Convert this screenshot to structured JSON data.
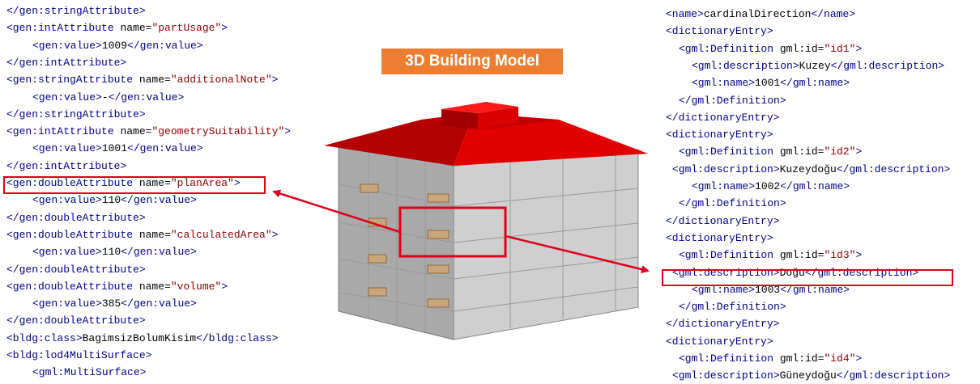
{
  "model_title": "3D Building Model",
  "left_code": [
    {
      "indent": 0,
      "parts": [
        [
          "tag",
          "</gen:stringAttribute>"
        ]
      ]
    },
    {
      "indent": 0,
      "parts": [
        [
          "tag",
          "<gen:intAttribute "
        ],
        [
          "attr",
          "name="
        ],
        [
          "val",
          "\"partUsage\""
        ],
        [
          "tag",
          ">"
        ]
      ]
    },
    {
      "indent": 1,
      "parts": [
        [
          "tag",
          "<gen:value>"
        ],
        [
          "txt",
          "1009"
        ],
        [
          "tag",
          "</gen:value>"
        ]
      ]
    },
    {
      "indent": 0,
      "parts": [
        [
          "tag",
          "</gen:intAttribute>"
        ]
      ]
    },
    {
      "indent": 0,
      "parts": [
        [
          "tag",
          "<gen:stringAttribute "
        ],
        [
          "attr",
          "name="
        ],
        [
          "val",
          "\"additionalNote\""
        ],
        [
          "tag",
          ">"
        ]
      ]
    },
    {
      "indent": 1,
      "parts": [
        [
          "tag",
          "<gen:value>"
        ],
        [
          "txt",
          "-"
        ],
        [
          "tag",
          "</gen:value>"
        ]
      ]
    },
    {
      "indent": 0,
      "parts": [
        [
          "tag",
          "</gen:stringAttribute>"
        ]
      ]
    },
    {
      "indent": 0,
      "parts": [
        [
          "tag",
          "<gen:intAttribute "
        ],
        [
          "attr",
          "name="
        ],
        [
          "val",
          "\"geometrySuitability\""
        ],
        [
          "tag",
          ">"
        ]
      ]
    },
    {
      "indent": 1,
      "parts": [
        [
          "tag",
          "<gen:value>"
        ],
        [
          "txt",
          "1001"
        ],
        [
          "tag",
          "</gen:value>"
        ]
      ]
    },
    {
      "indent": 0,
      "parts": [
        [
          "tag",
          "</gen:intAttribute>"
        ]
      ]
    },
    {
      "indent": 0,
      "parts": [
        [
          "tag",
          "<gen:doubleAttribute "
        ],
        [
          "attr",
          "name="
        ],
        [
          "val",
          "\"planArea\""
        ],
        [
          "tag",
          ">"
        ]
      ]
    },
    {
      "indent": 1,
      "parts": [
        [
          "tag",
          "<gen:value>"
        ],
        [
          "txt",
          "110"
        ],
        [
          "tag",
          "</gen:value>"
        ]
      ]
    },
    {
      "indent": 0,
      "parts": [
        [
          "tag",
          "</gen:doubleAttribute>"
        ]
      ]
    },
    {
      "indent": 0,
      "parts": [
        [
          "tag",
          "<gen:doubleAttribute "
        ],
        [
          "attr",
          "name="
        ],
        [
          "val",
          "\"calculatedArea\""
        ],
        [
          "tag",
          ">"
        ]
      ]
    },
    {
      "indent": 1,
      "parts": [
        [
          "tag",
          "<gen:value>"
        ],
        [
          "txt",
          "110"
        ],
        [
          "tag",
          "</gen:value>"
        ]
      ]
    },
    {
      "indent": 0,
      "parts": [
        [
          "tag",
          "</gen:doubleAttribute>"
        ]
      ]
    },
    {
      "indent": 0,
      "parts": [
        [
          "tag",
          "<gen:doubleAttribute "
        ],
        [
          "attr",
          "name="
        ],
        [
          "val",
          "\"volume\""
        ],
        [
          "tag",
          ">"
        ]
      ]
    },
    {
      "indent": 1,
      "parts": [
        [
          "tag",
          "<gen:value>"
        ],
        [
          "txt",
          "385"
        ],
        [
          "tag",
          "</gen:value>"
        ]
      ]
    },
    {
      "indent": 0,
      "parts": [
        [
          "tag",
          "</gen:doubleAttribute>"
        ]
      ]
    },
    {
      "indent": 0,
      "parts": [
        [
          "tag",
          "<bldg:class>"
        ],
        [
          "txt",
          "BagimsizBolumKisim"
        ],
        [
          "tag",
          "</bldg:class>"
        ]
      ]
    },
    {
      "indent": 0,
      "parts": [
        [
          "tag",
          "<bldg:lod4MultiSurface>"
        ]
      ]
    },
    {
      "indent": 1,
      "parts": [
        [
          "tag",
          "<gml:MultiSurface>"
        ]
      ]
    }
  ],
  "right_code": [
    {
      "indent": 0,
      "parts": [
        [
          "tag",
          "<name>"
        ],
        [
          "txt",
          "cardinalDirection"
        ],
        [
          "tag",
          "</name>"
        ]
      ]
    },
    {
      "indent": 0,
      "parts": [
        [
          "tag",
          "<dictionaryEntry>"
        ]
      ]
    },
    {
      "indent": 1,
      "parts": [
        [
          "tag",
          "<gml:Definition "
        ],
        [
          "attr",
          "gml:id="
        ],
        [
          "val",
          "\"id1\""
        ],
        [
          "tag",
          ">"
        ]
      ]
    },
    {
      "indent": 2,
      "parts": [
        [
          "tag",
          "<gml:description>"
        ],
        [
          "txt",
          "Kuzey"
        ],
        [
          "tag",
          "</gml:description>"
        ]
      ]
    },
    {
      "indent": 2,
      "parts": [
        [
          "tag",
          "<gml:name>"
        ],
        [
          "txt",
          "1001"
        ],
        [
          "tag",
          "</gml:name>"
        ]
      ]
    },
    {
      "indent": 1,
      "parts": [
        [
          "tag",
          "</gml:Definition>"
        ]
      ]
    },
    {
      "indent": 0,
      "parts": [
        [
          "tag",
          "</dictionaryEntry>"
        ]
      ]
    },
    {
      "indent": 0,
      "parts": [
        [
          "tag",
          "<dictionaryEntry>"
        ]
      ]
    },
    {
      "indent": 1,
      "parts": [
        [
          "tag",
          "<gml:Definition "
        ],
        [
          "attr",
          "gml:id="
        ],
        [
          "val",
          "\"id2\""
        ],
        [
          "tag",
          ">"
        ]
      ]
    },
    {
      "indent": 0.5,
      "parts": [
        [
          "tag",
          "<gml:description>"
        ],
        [
          "txt",
          "Kuzeydoğu"
        ],
        [
          "tag",
          "</gml:description>"
        ]
      ]
    },
    {
      "indent": 2,
      "parts": [
        [
          "tag",
          "<gml:name>"
        ],
        [
          "txt",
          "1002"
        ],
        [
          "tag",
          "</gml:name>"
        ]
      ]
    },
    {
      "indent": 1,
      "parts": [
        [
          "tag",
          "</gml:Definition>"
        ]
      ]
    },
    {
      "indent": 0,
      "parts": [
        [
          "tag",
          "</dictionaryEntry>"
        ]
      ]
    },
    {
      "indent": 0,
      "parts": [
        [
          "tag",
          "<dictionaryEntry>"
        ]
      ]
    },
    {
      "indent": 1,
      "parts": [
        [
          "tag",
          "<gml:Definition "
        ],
        [
          "attr",
          "gml:id="
        ],
        [
          "val",
          "\"id3\""
        ],
        [
          "tag",
          ">"
        ]
      ]
    },
    {
      "indent": 0.5,
      "parts": [
        [
          "tag",
          "<gml:description>"
        ],
        [
          "txt",
          "Doğu"
        ],
        [
          "tag",
          "</gml:description>"
        ]
      ]
    },
    {
      "indent": 2,
      "parts": [
        [
          "tag",
          "<gml:name>"
        ],
        [
          "txt",
          "1003"
        ],
        [
          "tag",
          "</gml:name>"
        ]
      ]
    },
    {
      "indent": 1,
      "parts": [
        [
          "tag",
          "</gml:Definition>"
        ]
      ]
    },
    {
      "indent": 0,
      "parts": [
        [
          "tag",
          "</dictionaryEntry>"
        ]
      ]
    },
    {
      "indent": 0,
      "parts": [
        [
          "tag",
          "<dictionaryEntry>"
        ]
      ]
    },
    {
      "indent": 1,
      "parts": [
        [
          "tag",
          "<gml:Definition "
        ],
        [
          "attr",
          "gml:id="
        ],
        [
          "val",
          "\"id4\""
        ],
        [
          "tag",
          ">"
        ]
      ]
    },
    {
      "indent": 0.5,
      "parts": [
        [
          "tag",
          "<gml:description>"
        ],
        [
          "txt",
          "Güneydoğu"
        ],
        [
          "tag",
          "</gml:description>"
        ]
      ]
    }
  ],
  "colors": {
    "highlight": "#e0001b",
    "roof": "#d40000",
    "wall": "#c8c8c8",
    "balcony": "#c9a57a",
    "title_bg": "#ed7d31"
  }
}
